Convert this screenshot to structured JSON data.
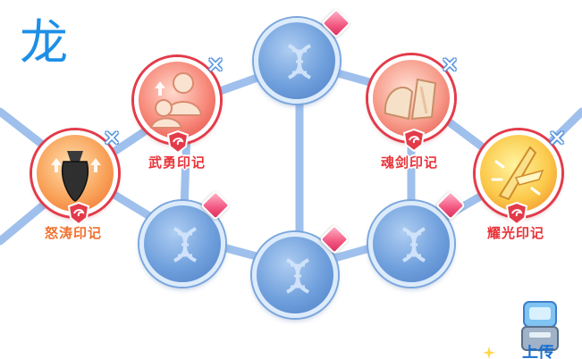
{
  "page": {
    "title_char": "龙"
  },
  "marks": {
    "wuyong": {
      "label": "武勇印记"
    },
    "nutao": {
      "label": "怒涛印记"
    },
    "hunjian": {
      "label": "魂剑印记"
    },
    "yaoguang": {
      "label": "耀光印记"
    }
  },
  "icons": {
    "empty_slot": "dna-icon",
    "lock_gem": "diamond-gem-icon",
    "remove": "close-x-icon",
    "badge": "shield-badge-icon"
  },
  "remove_symbol": "✕",
  "corner": {
    "text": "上传"
  },
  "colors": {
    "title": "#1e8fe6",
    "label_red": "#e8343a",
    "label_orange": "#f0712f",
    "slot_blue": "#6f9fdc",
    "gem_pink": "#f2557f"
  }
}
